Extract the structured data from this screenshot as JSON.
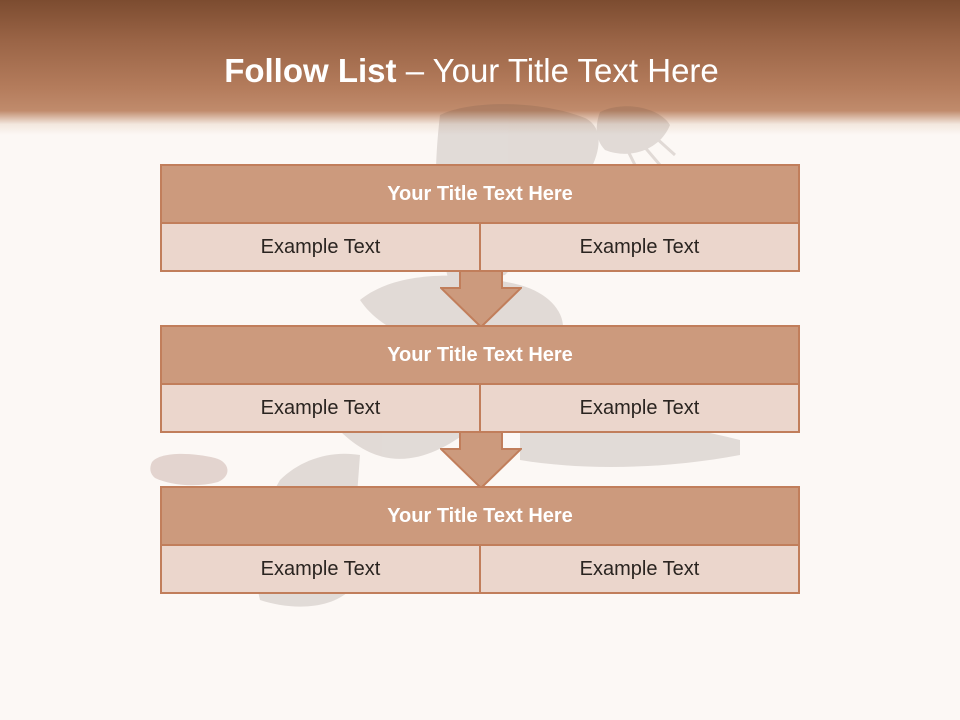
{
  "title": {
    "bold": "Follow List ",
    "rest": " – Your Title Text Here"
  },
  "tiers": [
    {
      "title": "Your Title Text Here",
      "cells": [
        "Example Text",
        "Example Text"
      ]
    },
    {
      "title": "Your Title Text Here",
      "cells": [
        "Example Text",
        "Example Text"
      ]
    },
    {
      "title": "Your Title Text Here",
      "cells": [
        "Example Text",
        "Example Text"
      ]
    }
  ],
  "colors": {
    "header_dark": "#7c4c30",
    "header_light": "#c08b6c",
    "tier_title_fill": "#cc9a7d",
    "tier_border": "#c17e5b",
    "tier_cell_fill": "#ecd9cf",
    "background": "#fcf8f5"
  }
}
